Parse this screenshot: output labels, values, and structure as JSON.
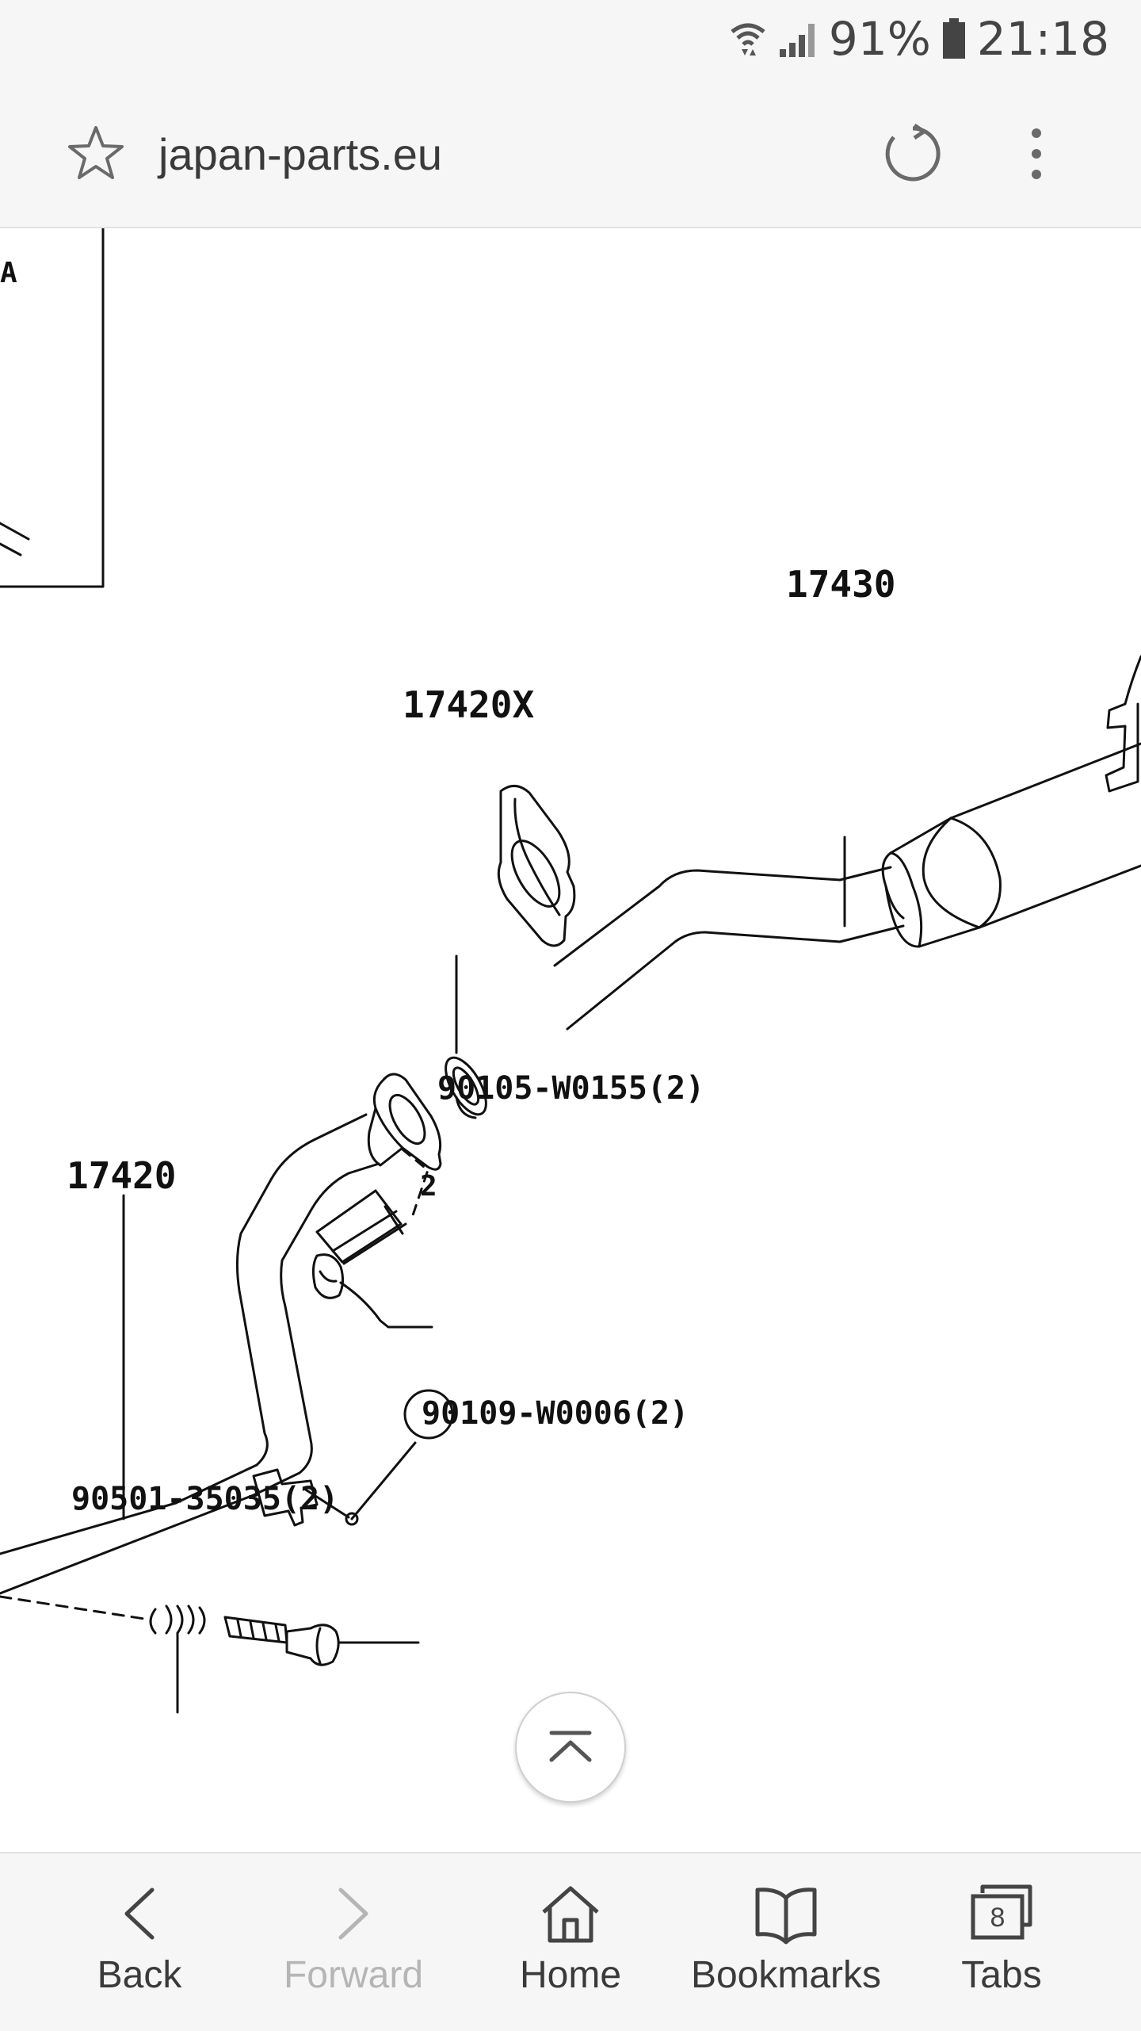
{
  "status_bar": {
    "battery": "91%",
    "time": "21:18",
    "icons": [
      "wifi-icon",
      "signal-icon",
      "battery-icon"
    ]
  },
  "address_bar": {
    "url": "japan-parts.eu",
    "icons": [
      "star-icon",
      "reload-icon",
      "more-menu-icon"
    ]
  },
  "diagram": {
    "corner_letter": "A",
    "parts": {
      "p17430": "17430",
      "p17420x": "17420X",
      "p90105": "90105-W0155(2)",
      "p17420": "17420",
      "ref2": "2",
      "p90109": "90109-W0006(2)",
      "p90501": "90501-35035(2)"
    }
  },
  "scroll_top": {
    "icon": "scroll-to-top-icon"
  },
  "bottom_nav": {
    "back": "Back",
    "forward": "Forward",
    "home": "Home",
    "bookmarks": "Bookmarks",
    "tabs": "Tabs",
    "tab_count": "8"
  },
  "colors": {
    "bar_background": "#f6f6f6",
    "text": "#3a3a3a",
    "disabled": "#b5b5b5",
    "line_art": "#111111"
  }
}
